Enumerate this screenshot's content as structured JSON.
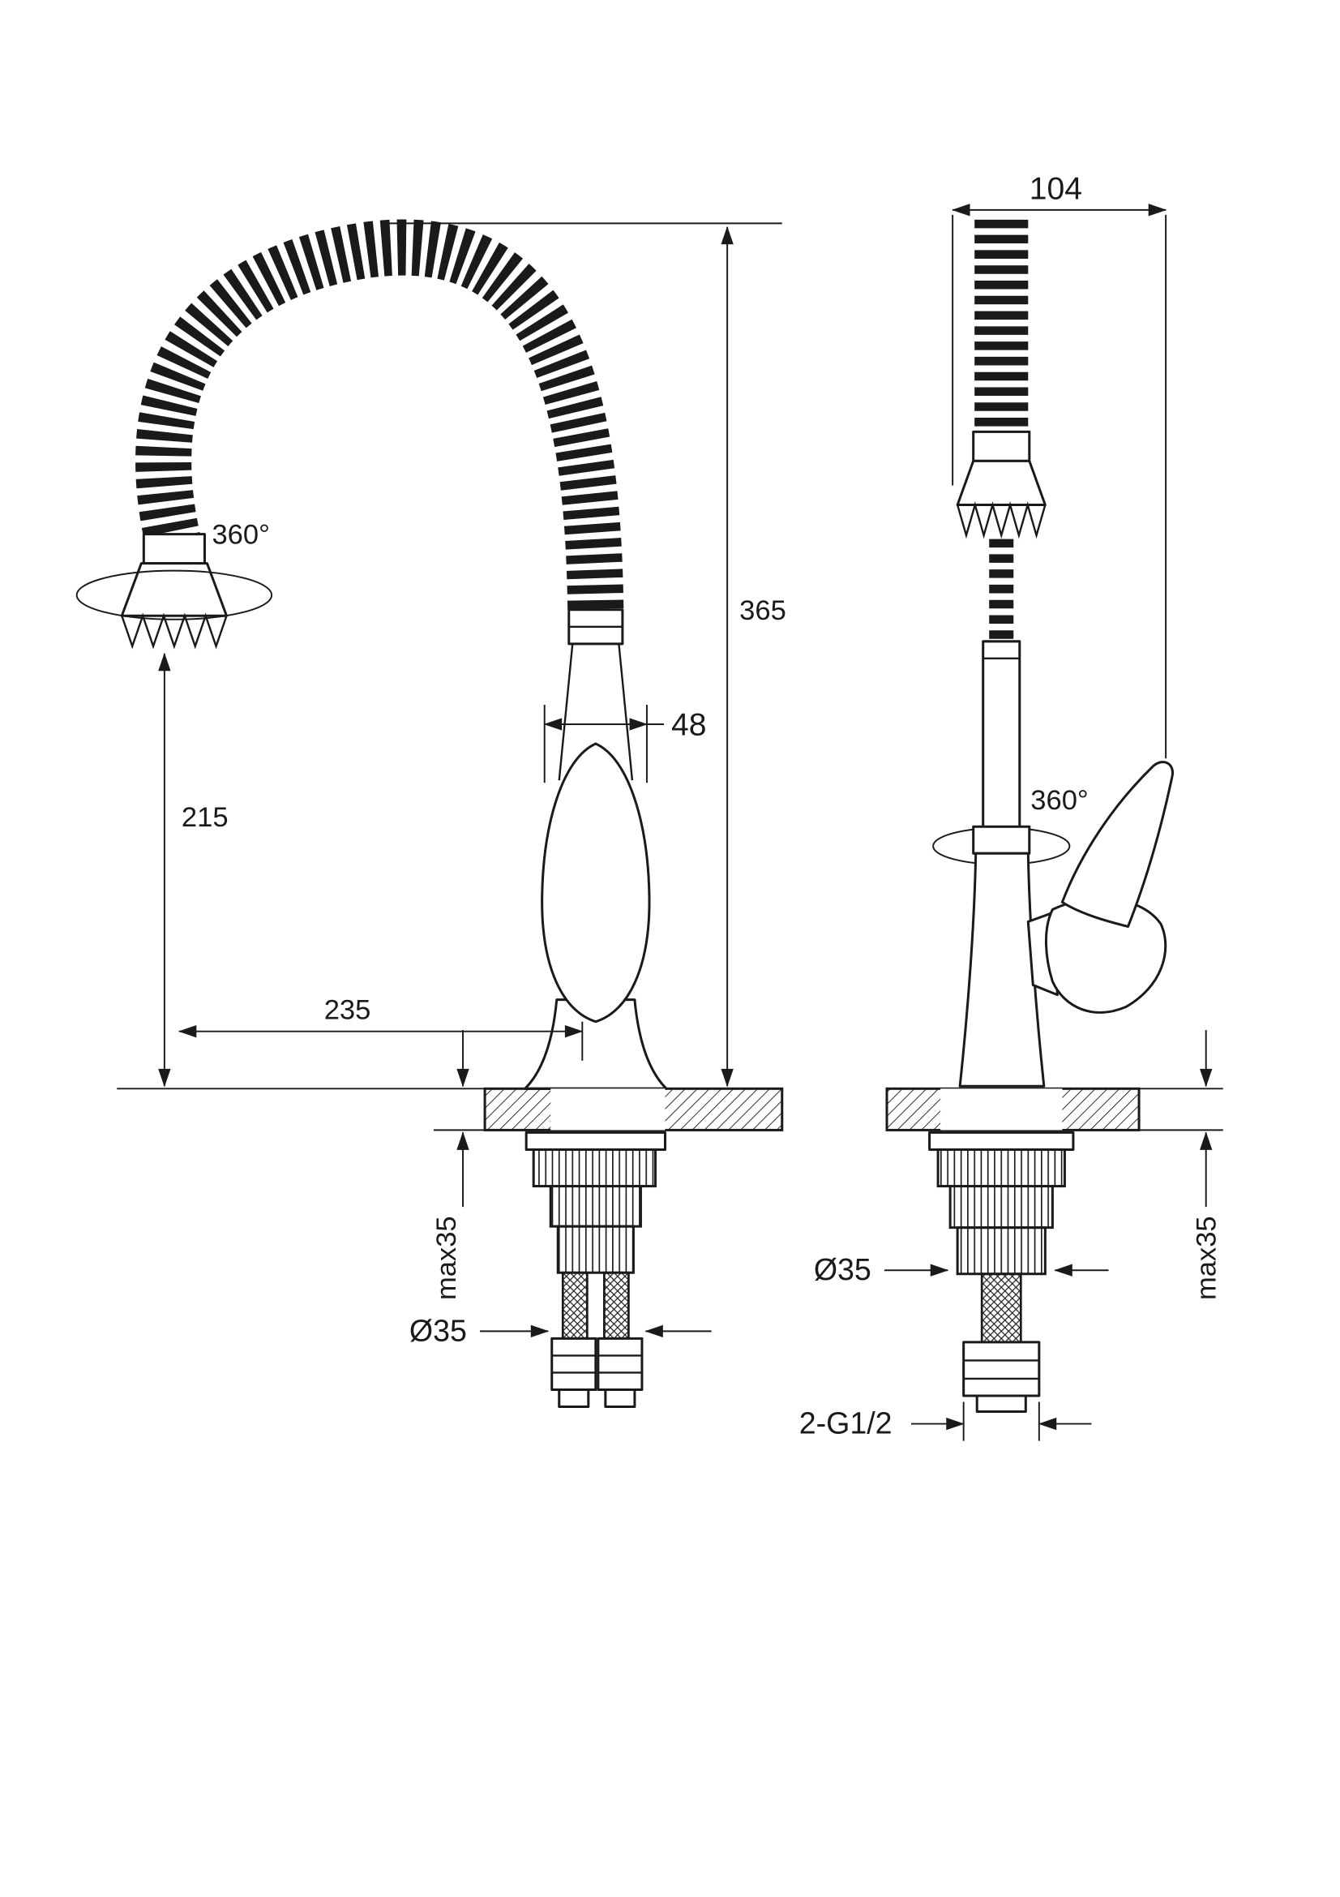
{
  "drawing": {
    "colors": {
      "line": "#1a1a1a",
      "background": "#ffffff"
    },
    "side_view": {
      "swivel_angle": "360°",
      "total_height": "365",
      "spout_height": "215",
      "spout_reach": "235",
      "body_width": "48",
      "deck_thickness": "max35",
      "hole_diameter": "Ø35"
    },
    "front_view": {
      "top_width": "104",
      "swivel_angle": "360°",
      "hole_diameter": "Ø35",
      "deck_thickness": "max35",
      "thread_spec": "2-G1/2"
    }
  }
}
